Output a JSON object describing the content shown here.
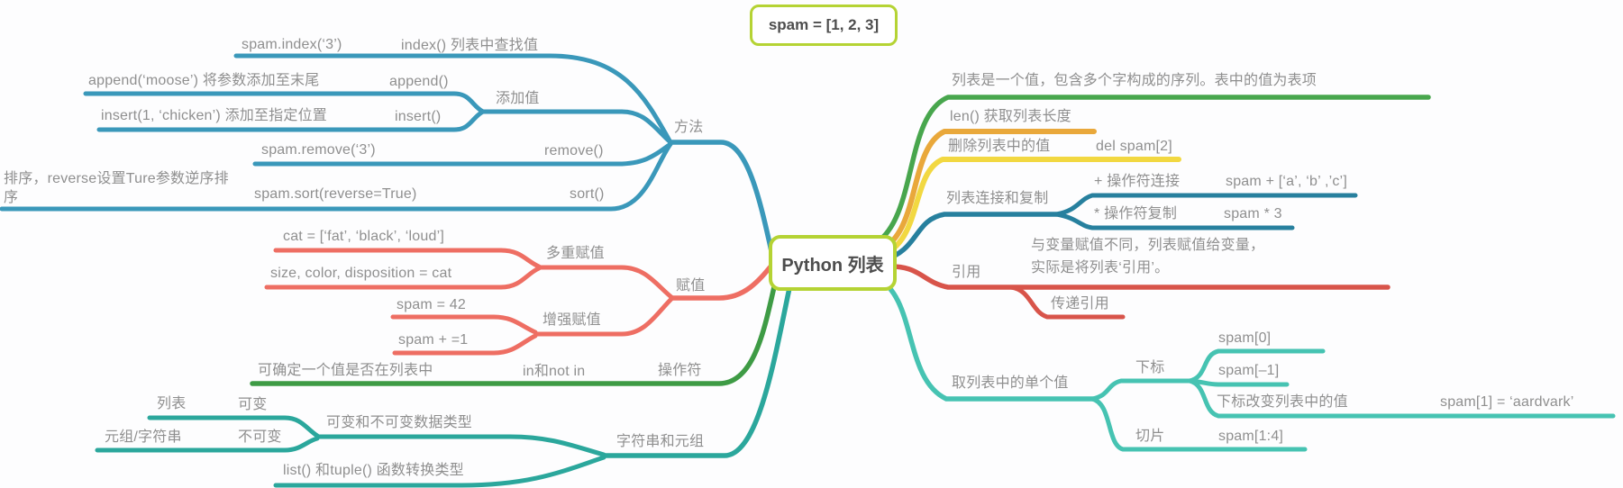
{
  "floating_box": {
    "text": "spam = [1, 2, 3]"
  },
  "center": {
    "title": "Python 列表"
  },
  "colors": {
    "accent_box_border": "#b5d334",
    "methods": "#3a98ba",
    "assign": "#ee6e63",
    "operators": "#3e9b45",
    "strings": "#2ba79c",
    "value_note": "#48a64d",
    "len": "#e9a83b",
    "delete": "#f2d841",
    "concat": "#27809e",
    "reference": "#d8544a",
    "single": "#46c3b2",
    "label_text": "#8f8f8f"
  },
  "left": {
    "methods": {
      "label": "方法",
      "index_code": "spam.index(‘3’)",
      "index_label": "index() 列表中查找值",
      "add_value": "添加值",
      "append_desc": "append(‘moose’) 将参数添加至末尾",
      "append_label": "append()",
      "insert_desc": "insert(1, ‘chicken’) 添加至指定位置",
      "insert_label": "insert()",
      "remove_code": "spam.remove(‘3’)",
      "remove_label": "remove()",
      "sort_note": "排序，reverse设置Ture参数逆序排序",
      "sort_code": "spam.sort(reverse=True)",
      "sort_label": "sort()"
    },
    "assign": {
      "label": "赋值",
      "multi_label": "多重赋值",
      "cat_code": "cat = [‘fat’, ‘black’, ‘loud’]",
      "size_code": "size, color, disposition = cat",
      "aug_label": "增强赋值",
      "spam42_code": "spam = 42",
      "spamplus_code": "spam + =1"
    },
    "operators": {
      "label": "操作符",
      "in_label": "in和not in",
      "in_desc": "可确定一个值是否在列表中"
    },
    "strings": {
      "label": "字符串和元组",
      "mut_types": "可变和不可变数据类型",
      "mutable": "可变",
      "list": "列表",
      "immutable": "不可变",
      "tuple_str": "元组/字符串",
      "convert": "list() 和tuple() 函数转换类型"
    }
  },
  "right": {
    "value_note": "列表是一个值，包含多个字构成的序列。表中的值为表项",
    "len_note": "len() 获取列表长度",
    "delete": {
      "label": "删除列表中的值",
      "code": "del spam[2]"
    },
    "concat": {
      "label": "列表连接和复制",
      "plus_label": "+ 操作符连接",
      "plus_code": "spam + [‘a’, ‘b’ ,’c’]",
      "star_label": "* 操作符复制",
      "star_code": "spam * 3"
    },
    "reference": {
      "label": "引用",
      "note_line1": "与变量赋值不同，列表赋值给变量，",
      "note_line2": "实际是将列表‘引用’。",
      "pass_label": "传递引用"
    },
    "single": {
      "label": "取列表中的单个值",
      "subscript": "下标",
      "spam0": "spam[0]",
      "spam_neg1": "spam[–1]",
      "change_label": "下标改变列表中的值",
      "change_code": "spam[1] = ‘aardvark’",
      "slice": "切片",
      "slice_code": "spam[1:4]"
    }
  }
}
